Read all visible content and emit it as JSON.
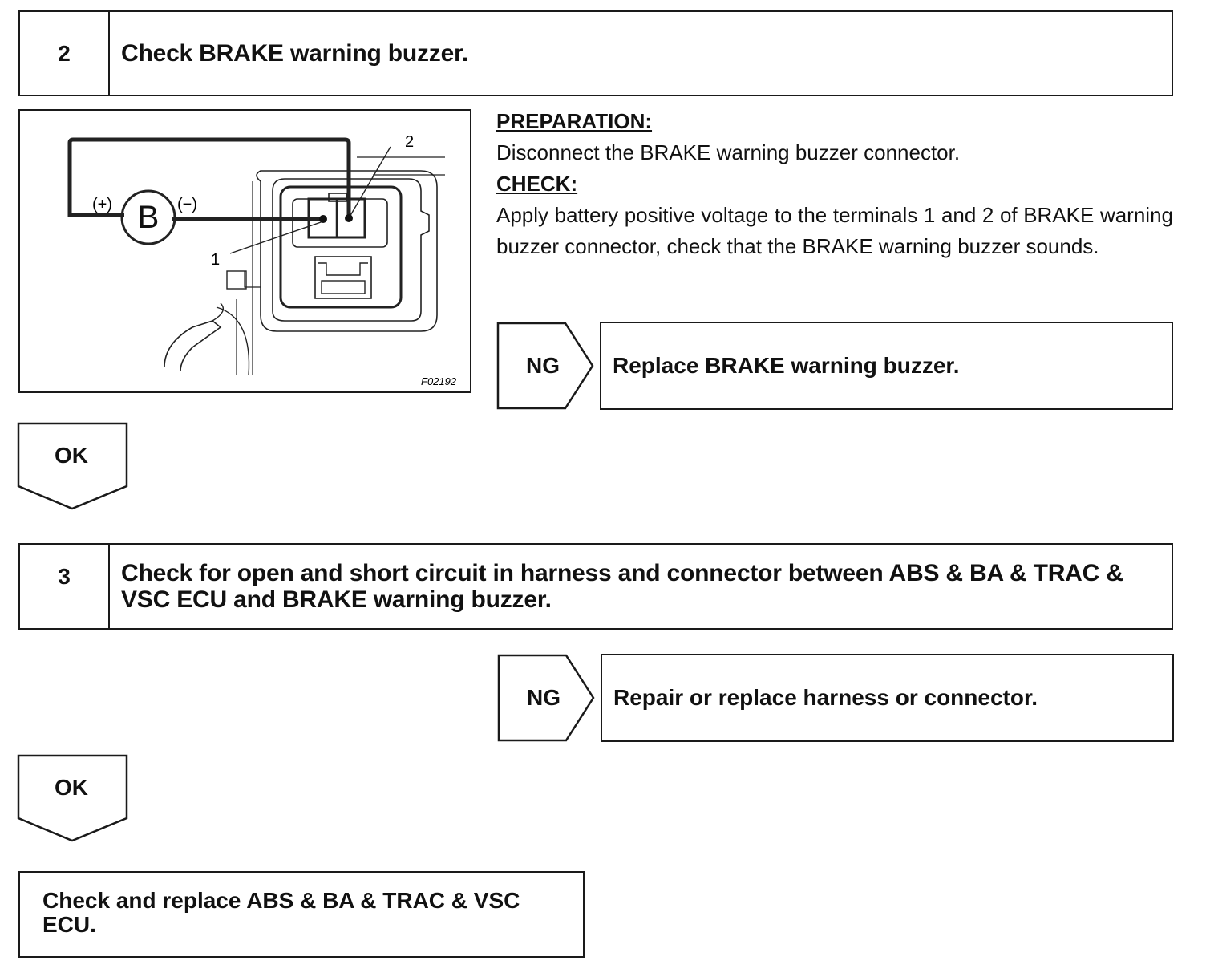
{
  "step2": {
    "number": "2",
    "title": "Check BRAKE warning  buzzer."
  },
  "figure": {
    "code": "F02192",
    "plus_label": "(+)",
    "minus_label": "(−)",
    "buzzer_label": "B",
    "terminal_1": "1",
    "terminal_2": "2"
  },
  "instructions": {
    "preparation_heading": "PREPARATION:",
    "preparation_text": "Disconnect the BRAKE warning buzzer connector.",
    "check_heading": "CHECK:",
    "check_text": "Apply battery positive voltage to the terminals 1 and 2 of BRAKE warning buzzer connector, check that the BRAKE warning buzzer sounds."
  },
  "ng1": {
    "label": "NG",
    "action": "Replace BRAKE warning buzzer."
  },
  "ok1": {
    "label": "OK"
  },
  "step3": {
    "number": "3",
    "title": "Check for open and short circuit in harness and connector between ABS & BA & TRAC & VSC ECU and BRAKE warning buzzer."
  },
  "ng2": {
    "label": "NG",
    "action": "Repair or replace harness or connector."
  },
  "ok2": {
    "label": "OK"
  },
  "final": {
    "text": "Check and replace ABS & BA & TRAC & VSC ECU."
  }
}
